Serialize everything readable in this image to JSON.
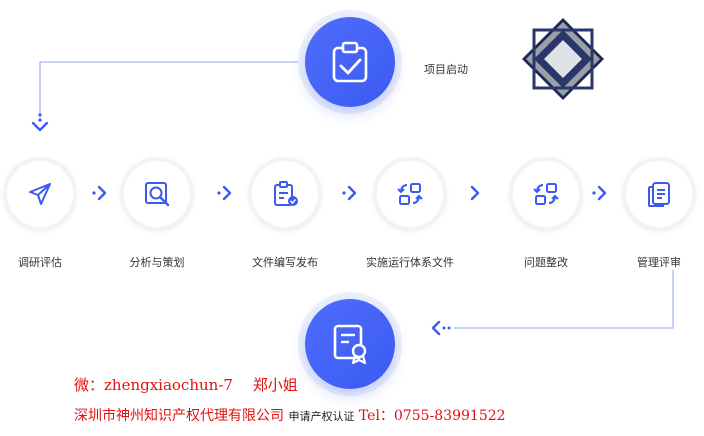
{
  "start": {
    "label": "项目启动"
  },
  "steps": [
    {
      "label": "调研评估",
      "icon": "send-icon"
    },
    {
      "label": "分析与策划",
      "icon": "magnifier-icon"
    },
    {
      "label": "文件编写发布",
      "icon": "clipboard-check-icon"
    },
    {
      "label": "实施运行体系文件",
      "icon": "cycle-icon"
    },
    {
      "label": "问题整改",
      "icon": "cycle-icon"
    },
    {
      "label": "管理评审",
      "icon": "documents-icon"
    }
  ],
  "end": {
    "icon": "certificate-icon"
  },
  "watermark": {
    "line1": "微：zhengxiaochun-7　 郑小姐",
    "line2_part1": "深圳市神州知识产权代理有限公司",
    "line2_part2": "申请产权认证",
    "line2_part3": "Tel：0755-83991522"
  },
  "colors": {
    "accent": "#3b5af2",
    "watermark": "#e41010"
  }
}
